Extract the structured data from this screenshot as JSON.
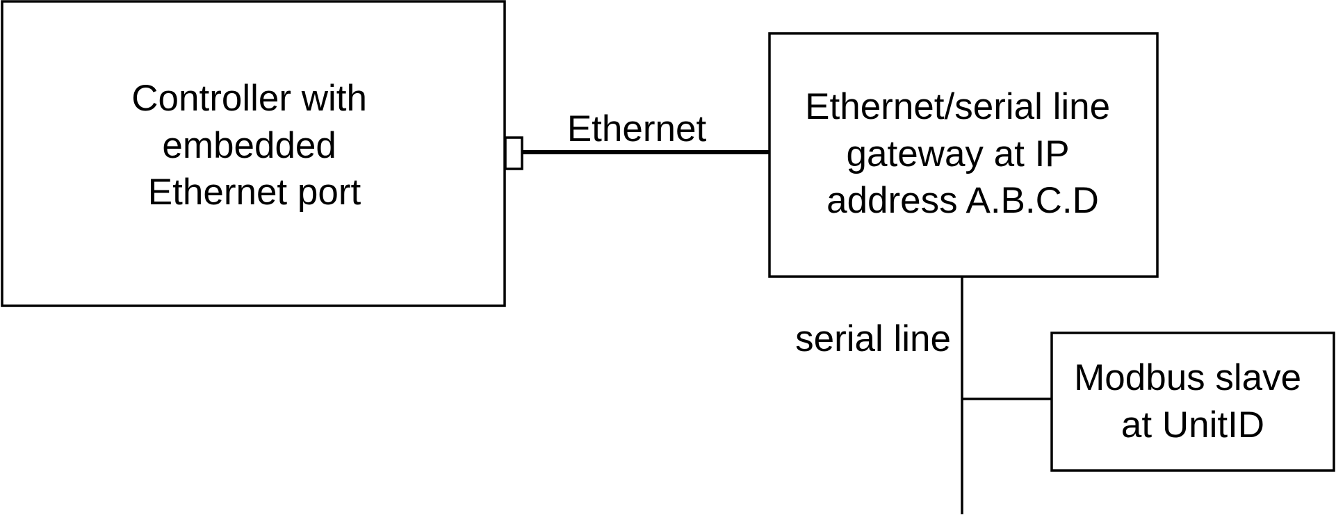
{
  "nodes": {
    "controller": {
      "lines": [
        "Controller with",
        "embedded",
        "Ethernet port"
      ]
    },
    "gateway": {
      "lines": [
        "Ethernet/serial line",
        "gateway at IP",
        "address A.B.C.D"
      ]
    },
    "slave": {
      "lines": [
        "Modbus slave",
        "at UnitID"
      ]
    }
  },
  "links": {
    "ethernet_label": "Ethernet",
    "serial_label": "serial line"
  },
  "colors": {
    "stroke": "#000000",
    "background": "#ffffff"
  }
}
